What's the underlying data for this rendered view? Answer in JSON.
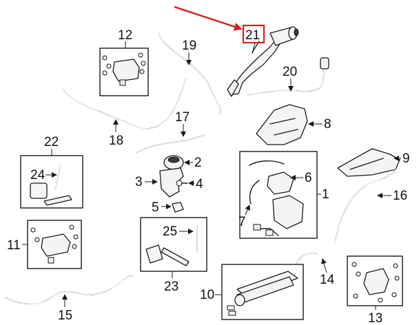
{
  "callouts": {
    "c1": "1",
    "c2": "2",
    "c3": "3",
    "c4": "4",
    "c5": "5",
    "c6": "6",
    "c7": "7",
    "c8": "8",
    "c9": "9",
    "c10": "10",
    "c11": "11",
    "c12": "12",
    "c13": "13",
    "c14": "14",
    "c15": "15",
    "c16": "16",
    "c17": "17",
    "c18": "18",
    "c19": "19",
    "c20": "20",
    "c21": "21",
    "c22": "22",
    "c23": "23",
    "c24": "24",
    "c25": "25"
  },
  "highlight": {
    "part": "21",
    "color": "#d42020"
  }
}
